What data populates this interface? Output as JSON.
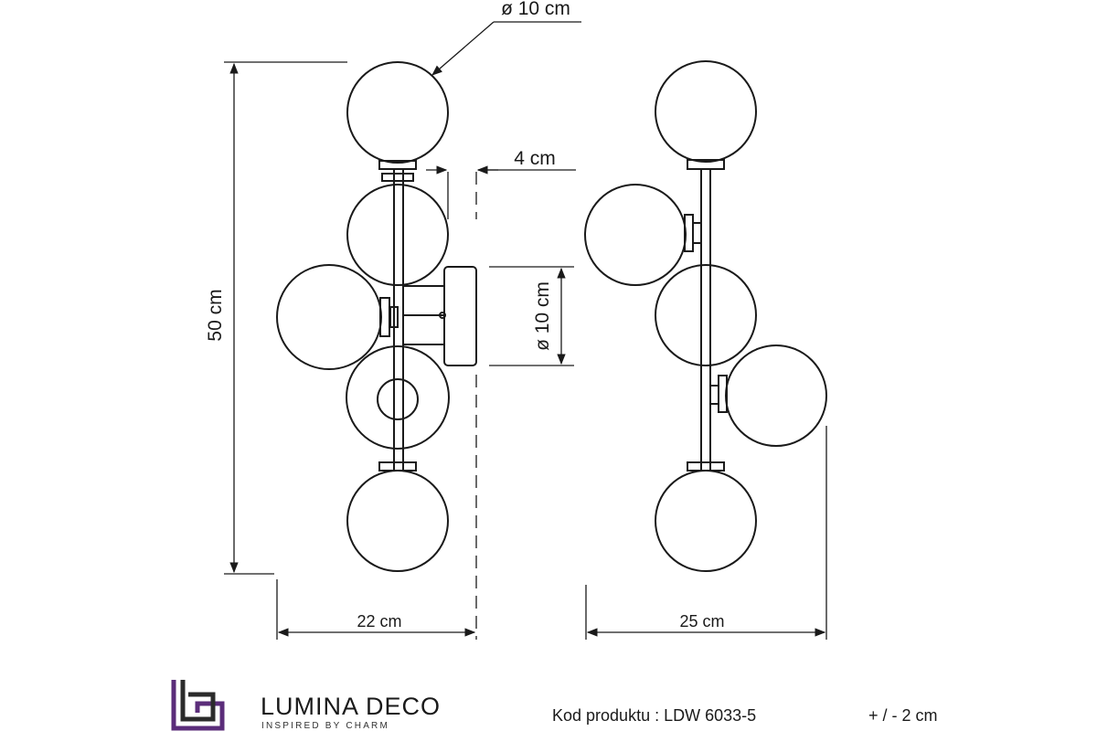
{
  "dimensions": {
    "globe_diameter": "ø 10 cm",
    "arm_offset": "4 cm",
    "base_diameter": "ø 10 cm",
    "height": "50 cm",
    "width_side": "22 cm",
    "width_front": "25 cm"
  },
  "footer": {
    "brand_name": "LUMINA DECO",
    "brand_tagline": "INSPIRED BY CHARM",
    "product_code": "Kod produktu : LDW 6033-5",
    "tolerance": "+ / - 2 cm"
  },
  "colors": {
    "line": "#1a1a1a",
    "logo_accent": "#5b2d7a",
    "logo_dark": "#2b2b2b"
  }
}
